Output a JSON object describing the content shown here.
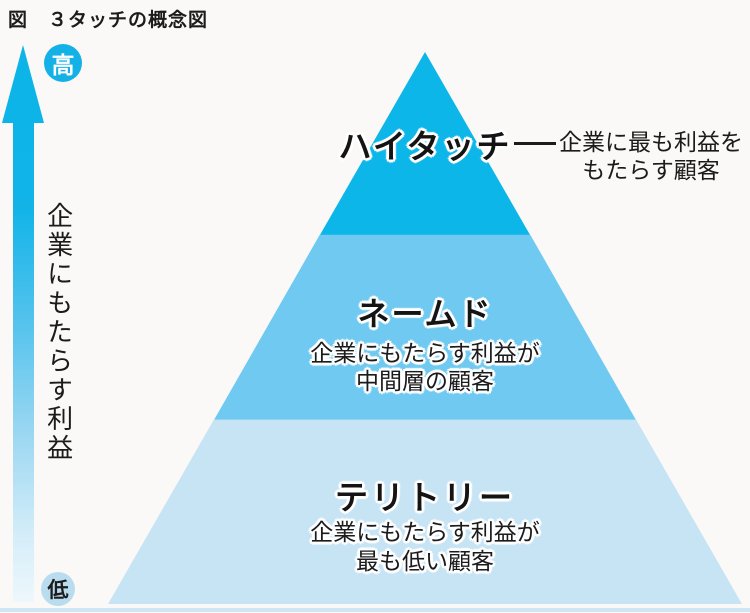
{
  "title": "図　３タッチの概念図",
  "axis": {
    "high_label": "高",
    "low_label": "低",
    "label": "企業にもたらす利益",
    "arrow_color_top": "#0db4e7",
    "arrow_direction": "up"
  },
  "pyramid": {
    "tiers": [
      {
        "name": "ハイタッチ",
        "description_lines": [
          "企業に最も利益を",
          "もたらす顧客"
        ],
        "color": "#0cb6e9"
      },
      {
        "name": "ネームド",
        "description_lines": [
          "企業にもたらす利益が",
          "中間層の顧客"
        ],
        "color": "#6fc9f0"
      },
      {
        "name": "テリトリー",
        "description_lines": [
          "企業にもたらす利益が",
          "最も低い顧客"
        ],
        "color": "#c7e4f5"
      }
    ]
  },
  "colors": {
    "background": "#faf9f7",
    "high_badge": "#14b1e6",
    "low_badge": "#b9ddef",
    "bottom_rule": "#cfe6f4",
    "text": "#1b1b1b"
  }
}
